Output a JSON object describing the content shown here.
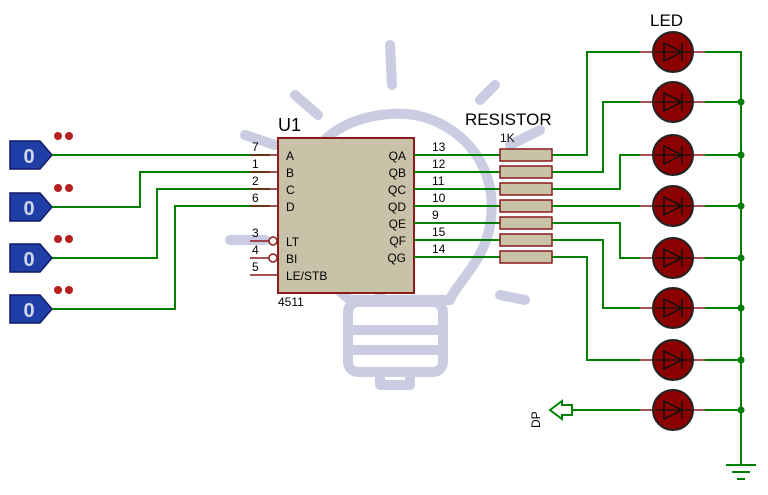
{
  "ic": {
    "ref": "U1",
    "part": "4511",
    "inputs": [
      {
        "pin": "7",
        "name": "A"
      },
      {
        "pin": "1",
        "name": "B"
      },
      {
        "pin": "2",
        "name": "C"
      },
      {
        "pin": "6",
        "name": "D"
      }
    ],
    "controls": [
      {
        "pin": "3",
        "name": "LT"
      },
      {
        "pin": "4",
        "name": "BI"
      },
      {
        "pin": "5",
        "name": "LE/STB"
      }
    ],
    "outputs": [
      {
        "pin": "13",
        "name": "QA"
      },
      {
        "pin": "12",
        "name": "QB"
      },
      {
        "pin": "11",
        "name": "QC"
      },
      {
        "pin": "10",
        "name": "QD"
      },
      {
        "pin": "9",
        "name": "QE"
      },
      {
        "pin": "15",
        "name": "QF"
      },
      {
        "pin": "14",
        "name": "QG"
      }
    ]
  },
  "logic_states": [
    "0",
    "0",
    "0",
    "0"
  ],
  "resistor": {
    "ref": "RESISTOR",
    "value": "1K"
  },
  "led": {
    "ref": "LED",
    "count": 8
  },
  "dp_label": "DP",
  "colors": {
    "wire": "#008000",
    "component_border": "#8b1a1a",
    "ic_fill": "#c8c2a8",
    "resistor_fill": "#c8c2a8",
    "led_fill": "#8b0000",
    "logic_fill": "#1f3fa6",
    "pin_text": "#000000",
    "watermark": "#9fa3cc"
  }
}
